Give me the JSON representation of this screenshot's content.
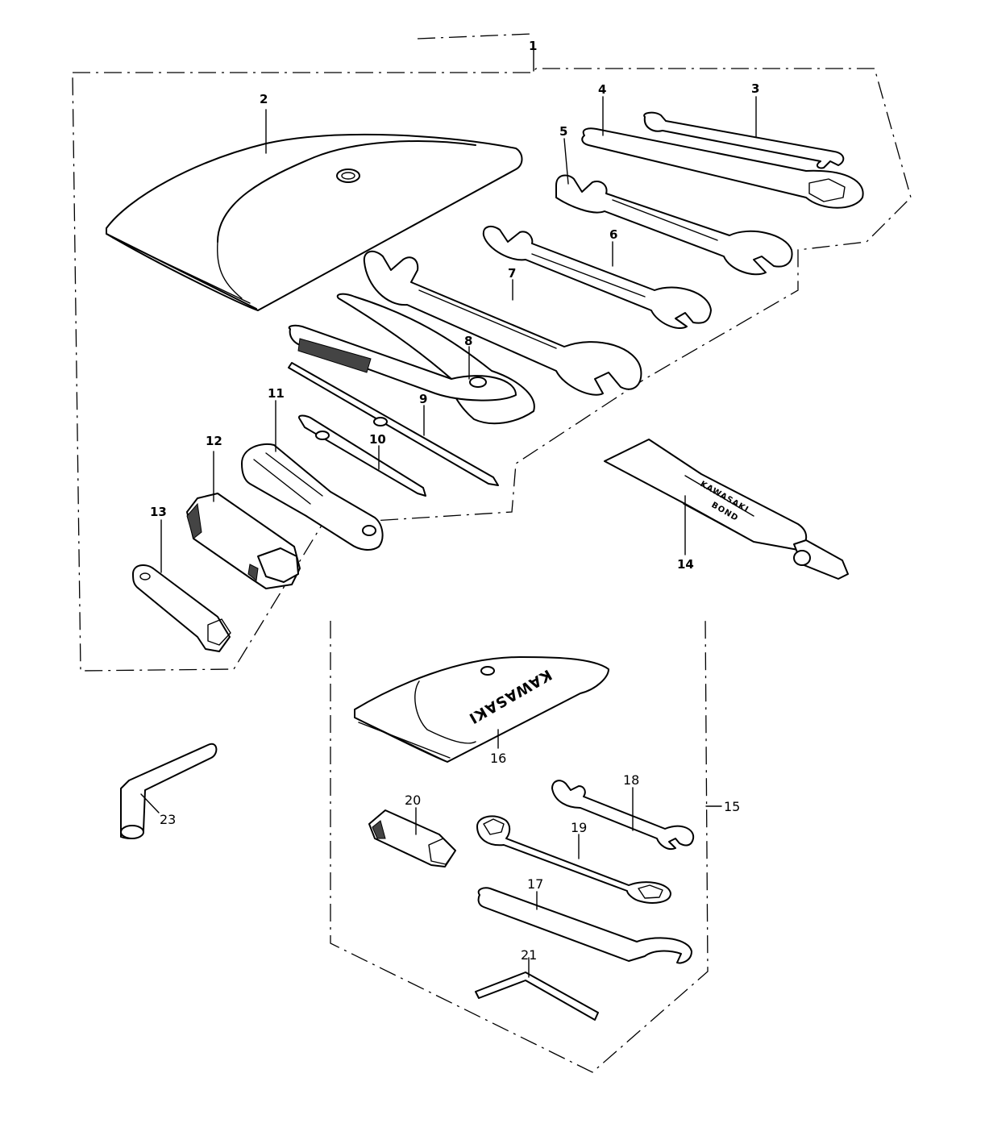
{
  "diagram": {
    "callouts": {
      "c1": "1",
      "c2": "2",
      "c3": "3",
      "c4": "4",
      "c5": "5",
      "c6": "6",
      "c7": "7",
      "c8": "8",
      "c9": "9",
      "c10": "10",
      "c11": "11",
      "c12": "12",
      "c13": "13",
      "c14": "14",
      "c15": "15",
      "c16": "16",
      "c17": "17",
      "c18": "18",
      "c19": "19",
      "c20": "20",
      "c21": "21",
      "c23": "23"
    },
    "tube_label_line1": "KAWASAKI",
    "tube_label_line2": "BOND",
    "bag_brand": "KAWASAKI"
  }
}
